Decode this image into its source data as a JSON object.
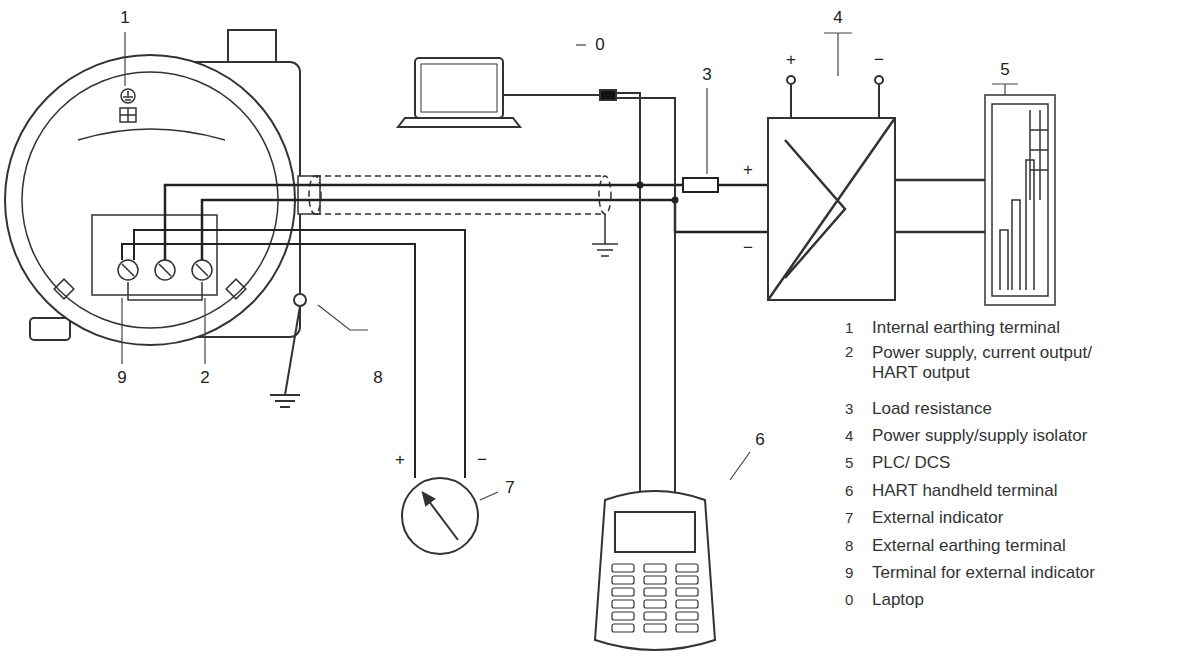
{
  "diagram": {
    "labels": [
      "1",
      "0",
      "4",
      "3",
      "5",
      "9",
      "2",
      "8",
      "+",
      "−",
      "7",
      "6",
      "+",
      "−",
      "+",
      "−",
      "1",
      "Internal earthing terminal",
      "2",
      "Power supply, current output/ HART output",
      "3",
      "Load resistance",
      "4",
      "Power supply/supply isolator",
      "5",
      "PLC/ DCS",
      "6",
      "HART handheld terminal",
      "7",
      "External indicator",
      "8",
      "External earthing terminal",
      "9",
      "Terminal for external indicator",
      "0",
      "Laptop"
    ]
  }
}
